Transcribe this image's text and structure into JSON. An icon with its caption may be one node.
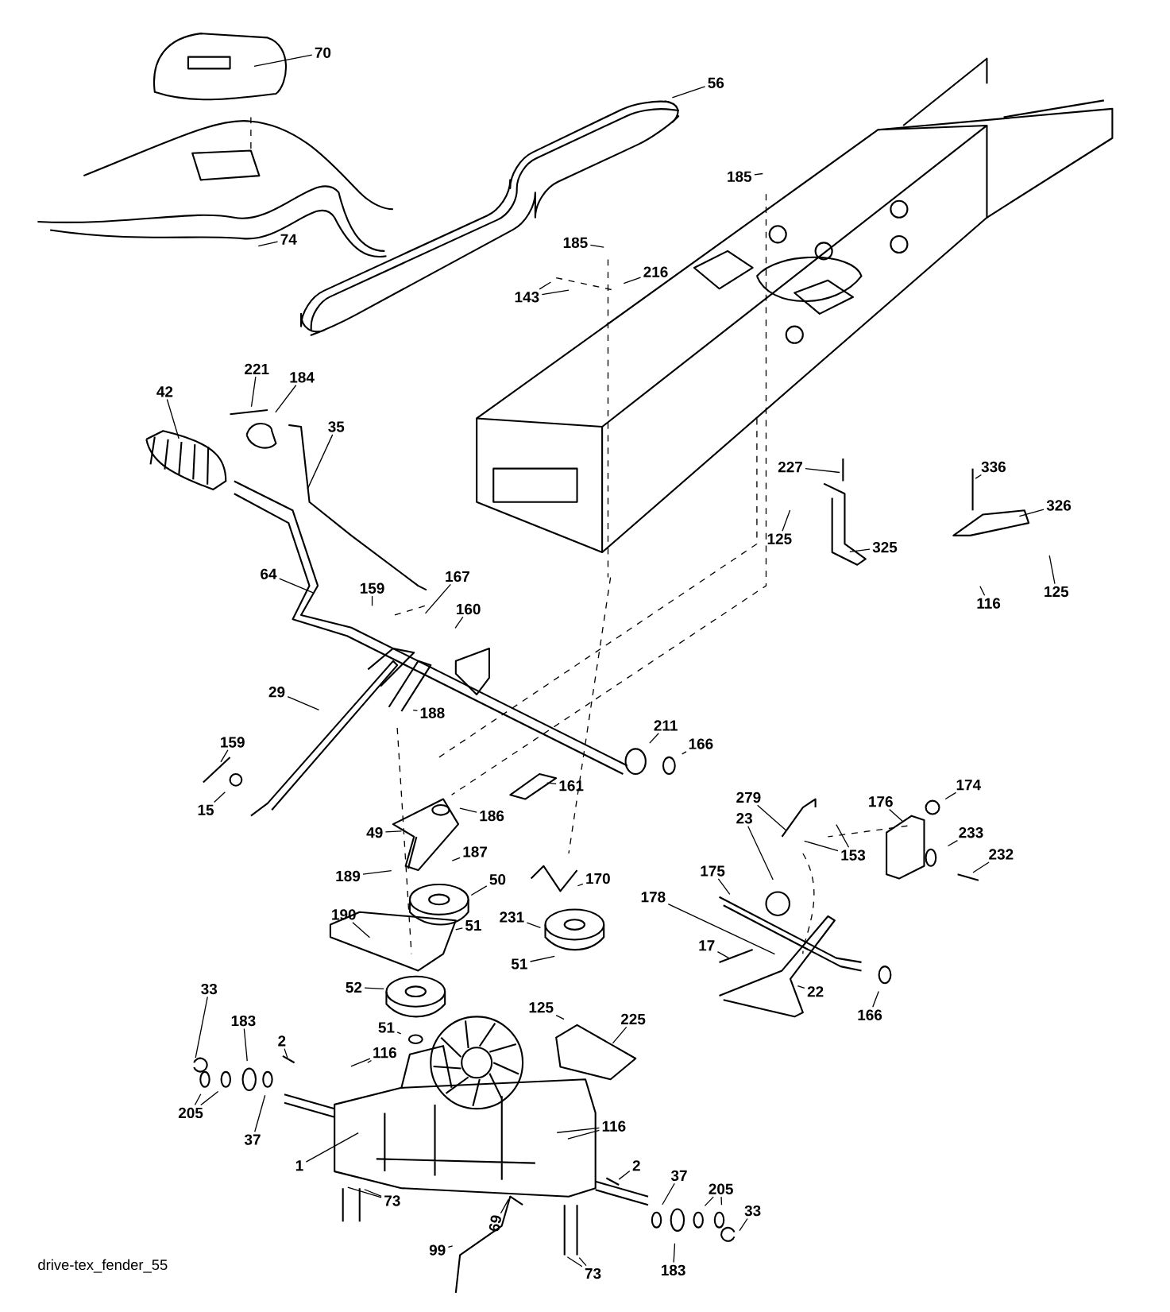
{
  "diagram": {
    "caption": "drive-tex_fender_55",
    "nodes": [
      {
        "text": [
          "70"
        ]
      },
      {
        "text": [
          "56"
        ]
      },
      {
        "text": [
          "74"
        ]
      },
      {
        "text": [
          "185"
        ]
      },
      {
        "text": [
          "185"
        ]
      },
      {
        "text": [
          "216"
        ]
      },
      {
        "text": [
          "143"
        ]
      },
      {
        "text": [
          "221"
        ]
      },
      {
        "text": [
          "184"
        ]
      },
      {
        "text": [
          "42"
        ]
      },
      {
        "text": [
          "35"
        ]
      },
      {
        "text": [
          "227"
        ]
      },
      {
        "text": [
          "336"
        ]
      },
      {
        "text": [
          "326"
        ]
      },
      {
        "text": [
          "125"
        ]
      },
      {
        "text": [
          "325"
        ]
      },
      {
        "text": [
          "116"
        ]
      },
      {
        "text": [
          "125"
        ]
      },
      {
        "text": [
          "64"
        ]
      },
      {
        "text": [
          "167"
        ]
      },
      {
        "text": [
          "159"
        ]
      },
      {
        "text": [
          "160"
        ]
      },
      {
        "text": [
          "29"
        ]
      },
      {
        "text": [
          "188"
        ]
      },
      {
        "text": [
          "211"
        ]
      },
      {
        "text": [
          "166"
        ]
      },
      {
        "text": [
          "159"
        ]
      },
      {
        "text": [
          "15"
        ]
      },
      {
        "text": [
          "161"
        ]
      },
      {
        "text": [
          "186"
        ]
      },
      {
        "text": [
          "279"
        ]
      },
      {
        "text": [
          "174"
        ]
      },
      {
        "text": [
          "176"
        ]
      },
      {
        "text": [
          "153"
        ]
      },
      {
        "text": [
          "233"
        ]
      },
      {
        "text": [
          "232"
        ]
      },
      {
        "text": [
          "23"
        ]
      },
      {
        "text": [
          "49"
        ]
      },
      {
        "text": [
          "187"
        ]
      },
      {
        "text": [
          "189"
        ]
      },
      {
        "text": [
          "170"
        ]
      },
      {
        "text": [
          "50"
        ]
      },
      {
        "text": [
          "175"
        ]
      },
      {
        "text": [
          "178"
        ]
      },
      {
        "text": [
          "190"
        ]
      },
      {
        "text": [
          "231"
        ]
      },
      {
        "text": [
          "51"
        ]
      },
      {
        "text": [
          "17"
        ]
      },
      {
        "text": [
          "22"
        ]
      },
      {
        "text": [
          "166"
        ]
      },
      {
        "text": [
          "51"
        ]
      },
      {
        "text": [
          "52"
        ]
      },
      {
        "text": [
          "125"
        ]
      },
      {
        "text": [
          "225"
        ]
      },
      {
        "text": [
          "51"
        ]
      },
      {
        "text": [
          "33"
        ]
      },
      {
        "text": [
          "183"
        ]
      },
      {
        "text": [
          "2"
        ]
      },
      {
        "text": [
          "116"
        ]
      },
      {
        "text": [
          "205"
        ]
      },
      {
        "text": [
          "37"
        ]
      },
      {
        "text": [
          "1"
        ]
      },
      {
        "text": [
          "116"
        ]
      },
      {
        "text": [
          "2"
        ]
      },
      {
        "text": [
          "73"
        ]
      },
      {
        "text": [
          "69"
        ]
      },
      {
        "text": [
          "37"
        ]
      },
      {
        "text": [
          "205"
        ]
      },
      {
        "text": [
          "33"
        ]
      },
      {
        "text": [
          "99"
        ]
      },
      {
        "text": [
          "183"
        ]
      },
      {
        "text": [
          "73"
        ]
      }
    ],
    "edges": [
      {
        "from": 0,
        "to": null,
        "arrow": "none"
      },
      {
        "from": 1,
        "to": null,
        "arrow": "none"
      },
      {
        "from": 2,
        "to": null,
        "arrow": "none"
      },
      {
        "from": 3,
        "to": null,
        "arrow": "none"
      },
      {
        "from": 4,
        "to": null,
        "arrow": "none"
      },
      {
        "from": 5,
        "to": null,
        "arrow": "none"
      },
      {
        "from": 6,
        "to": null,
        "arrow": "none"
      },
      {
        "from": 6,
        "to": null,
        "arrow": "none"
      },
      {
        "from": 7,
        "to": null,
        "arrow": "none"
      },
      {
        "from": 8,
        "to": null,
        "arrow": "none"
      },
      {
        "from": 9,
        "to": null,
        "arrow": "none"
      },
      {
        "from": 10,
        "to": null,
        "arrow": "none"
      },
      {
        "from": 11,
        "to": null,
        "arrow": "none"
      },
      {
        "from": 12,
        "to": null,
        "arrow": "none"
      },
      {
        "from": 13,
        "to": null,
        "arrow": "none"
      },
      {
        "from": 14,
        "to": null,
        "arrow": "none"
      },
      {
        "from": 15,
        "to": null,
        "arrow": "none"
      },
      {
        "from": 16,
        "to": null,
        "arrow": "none"
      },
      {
        "from": 17,
        "to": null,
        "arrow": "none"
      },
      {
        "from": 18,
        "to": null,
        "arrow": "none"
      },
      {
        "from": 19,
        "to": null,
        "arrow": "none"
      },
      {
        "from": 20,
        "to": null,
        "arrow": "none"
      },
      {
        "from": 21,
        "to": null,
        "arrow": "none"
      },
      {
        "from": 22,
        "to": null,
        "arrow": "none"
      },
      {
        "from": 23,
        "to": null,
        "arrow": "none"
      },
      {
        "from": 24,
        "to": null,
        "arrow": "none"
      },
      {
        "from": 25,
        "to": null,
        "arrow": "none"
      },
      {
        "from": 26,
        "to": null,
        "arrow": "none"
      },
      {
        "from": 27,
        "to": null,
        "arrow": "none"
      },
      {
        "from": 28,
        "to": null,
        "arrow": "none"
      },
      {
        "from": 29,
        "to": null,
        "arrow": "none"
      },
      {
        "from": 30,
        "to": null,
        "arrow": "none"
      },
      {
        "from": 31,
        "to": null,
        "arrow": "none"
      },
      {
        "from": 32,
        "to": null,
        "arrow": "none"
      },
      {
        "from": 33,
        "to": null,
        "arrow": "none"
      },
      {
        "from": 33,
        "to": null,
        "arrow": "none"
      },
      {
        "from": 34,
        "to": null,
        "arrow": "none"
      },
      {
        "from": 35,
        "to": null,
        "arrow": "none"
      },
      {
        "from": 36,
        "to": null,
        "arrow": "none"
      },
      {
        "from": 37,
        "to": null,
        "arrow": "none"
      },
      {
        "from": 38,
        "to": null,
        "arrow": "none"
      },
      {
        "from": 39,
        "to": null,
        "arrow": "none"
      },
      {
        "from": 40,
        "to": null,
        "arrow": "none"
      },
      {
        "from": 41,
        "to": null,
        "arrow": "none"
      },
      {
        "from": 42,
        "to": null,
        "arrow": "none"
      },
      {
        "from": 43,
        "to": null,
        "arrow": "none"
      },
      {
        "from": 44,
        "to": null,
        "arrow": "none"
      },
      {
        "from": 45,
        "to": null,
        "arrow": "none"
      },
      {
        "from": 46,
        "to": null,
        "arrow": "none"
      },
      {
        "from": 47,
        "to": null,
        "arrow": "none"
      },
      {
        "from": 48,
        "to": null,
        "arrow": "none"
      },
      {
        "from": 49,
        "to": null,
        "arrow": "none"
      },
      {
        "from": 50,
        "to": null,
        "arrow": "none"
      },
      {
        "from": 51,
        "to": null,
        "arrow": "none"
      },
      {
        "from": 52,
        "to": null,
        "arrow": "none"
      },
      {
        "from": 53,
        "to": null,
        "arrow": "none"
      },
      {
        "from": 54,
        "to": null,
        "arrow": "none"
      },
      {
        "from": 55,
        "to": null,
        "arrow": "none"
      },
      {
        "from": 56,
        "to": null,
        "arrow": "none"
      },
      {
        "from": 57,
        "to": null,
        "arrow": "none"
      },
      {
        "from": 58,
        "to": null,
        "arrow": "none"
      },
      {
        "from": 58,
        "to": null,
        "arrow": "none"
      },
      {
        "from": 59,
        "to": null,
        "arrow": "none"
      },
      {
        "from": 59,
        "to": null,
        "arrow": "none"
      },
      {
        "from": 60,
        "to": null,
        "arrow": "none"
      },
      {
        "from": 61,
        "to": null,
        "arrow": "none"
      },
      {
        "from": 62,
        "to": null,
        "arrow": "none"
      },
      {
        "from": 62,
        "to": null,
        "arrow": "none"
      },
      {
        "from": 63,
        "to": null,
        "arrow": "none"
      },
      {
        "from": 64,
        "to": null,
        "arrow": "none"
      },
      {
        "from": 64,
        "to": null,
        "arrow": "none"
      },
      {
        "from": 65,
        "to": null,
        "arrow": "none"
      },
      {
        "from": 66,
        "to": null,
        "arrow": "none"
      },
      {
        "from": 67,
        "to": null,
        "arrow": "none"
      },
      {
        "from": 67,
        "to": null,
        "arrow": "none"
      },
      {
        "from": 68,
        "to": null,
        "arrow": "none"
      },
      {
        "from": 69,
        "to": null,
        "arrow": "none"
      },
      {
        "from": 70,
        "to": null,
        "arrow": "none"
      },
      {
        "from": 71,
        "to": null,
        "arrow": "none"
      },
      {
        "from": 71,
        "to": null,
        "arrow": "none"
      }
    ]
  }
}
